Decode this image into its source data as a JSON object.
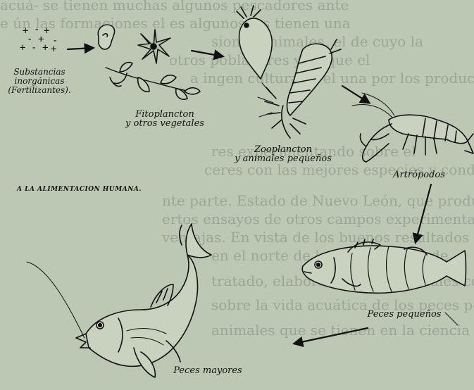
{
  "background_text": [
    "acuá- se tienen muchas algunos pescadores ante",
    "e ún las formaciones el es algunos los tienen una",
    "siones animales. el de cuyo la",
    "otros pobladores y se que el",
    "a ingen culturas y el una por los produce",
    "",
    "",
    "",
    "res experimentando sobre el",
    "ceres con las mejores especies y condiciones",
    "nte parte. Estado de Nuevo León, que produce",
    "ertos ensayos de otros campos experimentales y probar en",
    "ventajas. En vista de los buenos resultados obtenidos",
    "en el norte de la conservación de",
    "tratado, elaborado de los animales con el",
    "sobre la vida acuática de los peces pequeños",
    "animales que se tienen en la ciencia de"
  ],
  "diagram": {
    "labels": {
      "substancias": "Substancias\ninorgánicas\n(Fertilizantes).",
      "fitoplancton": "Fitoplancton\ny otros vegetales",
      "zooplancton": "Zooplancton\ny animales pequeños",
      "artropodos": "Artrópodos",
      "peces_pequenos": "Peces pequeños",
      "peces_mayores": "Peces mayores",
      "alimentacion": "A LA ALIMENTACION HUMANA."
    },
    "signs": [
      "+",
      "-",
      "+",
      "-",
      "+",
      "+",
      "-",
      "+",
      "-",
      "+"
    ]
  },
  "colors": {
    "paper": "#bcc8b4",
    "ink": "#111111"
  }
}
